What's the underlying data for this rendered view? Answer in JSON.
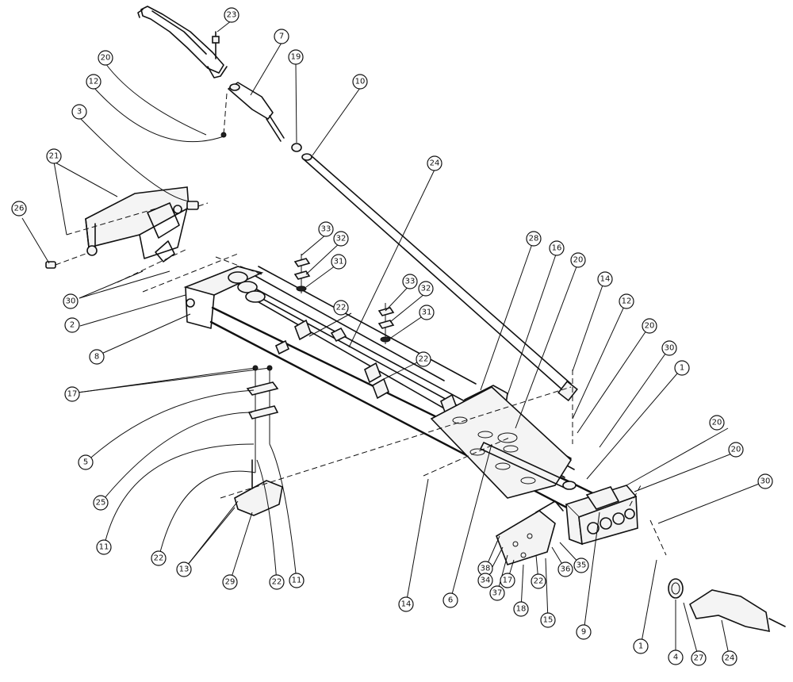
{
  "callouts": [
    {
      "label": "23"
    },
    {
      "label": "7"
    },
    {
      "label": "19"
    },
    {
      "label": "10"
    },
    {
      "label": "20"
    },
    {
      "label": "12"
    },
    {
      "label": "3"
    },
    {
      "label": "21"
    },
    {
      "label": "26"
    },
    {
      "label": "24"
    },
    {
      "label": "33"
    },
    {
      "label": "32"
    },
    {
      "label": "31"
    },
    {
      "label": "30"
    },
    {
      "label": "2"
    },
    {
      "label": "8"
    },
    {
      "label": "22"
    },
    {
      "label": "33"
    },
    {
      "label": "32"
    },
    {
      "label": "31"
    },
    {
      "label": "22"
    },
    {
      "label": "28"
    },
    {
      "label": "16"
    },
    {
      "label": "20"
    },
    {
      "label": "14"
    },
    {
      "label": "12"
    },
    {
      "label": "20"
    },
    {
      "label": "30"
    },
    {
      "label": "1"
    },
    {
      "label": "17"
    },
    {
      "label": "5"
    },
    {
      "label": "25"
    },
    {
      "label": "11"
    },
    {
      "label": "22"
    },
    {
      "label": "13"
    },
    {
      "label": "29"
    },
    {
      "label": "22"
    },
    {
      "label": "11"
    },
    {
      "label": "14"
    },
    {
      "label": "6"
    },
    {
      "label": "20"
    },
    {
      "label": "20"
    },
    {
      "label": "30"
    },
    {
      "label": "38"
    },
    {
      "label": "34"
    },
    {
      "label": "37"
    },
    {
      "label": "17"
    },
    {
      "label": "22"
    },
    {
      "label": "36"
    },
    {
      "label": "35"
    },
    {
      "label": "18"
    },
    {
      "label": "15"
    },
    {
      "label": "9"
    },
    {
      "label": "1"
    },
    {
      "label": "4"
    },
    {
      "label": "27"
    },
    {
      "label": "24"
    }
  ]
}
